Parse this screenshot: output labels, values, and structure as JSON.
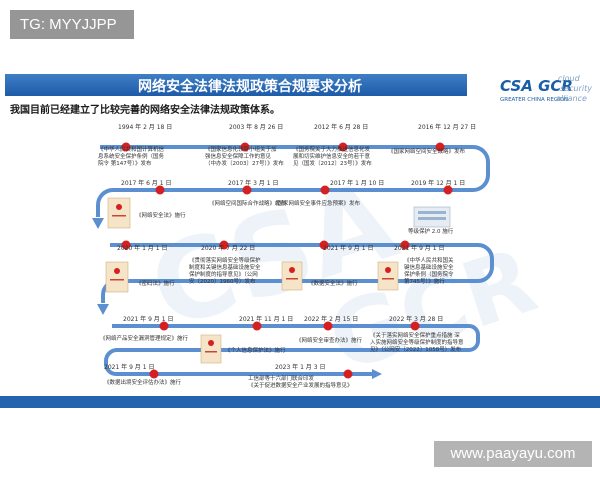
{
  "watermarks": {
    "tag": "TG: MYYJJPP",
    "site": "www.paayayu.com"
  },
  "slide": {
    "title": "网络安全法律法规政策合规要求分析",
    "subtitle": "我国目前已经建立了比较完善的网络安全法律法规政策体系。",
    "logo": {
      "mark": "CSA GCR",
      "region": "GREATER CHINA REGION",
      "w1": "cloud",
      "w2": "security",
      "w3": "alliance"
    }
  },
  "timeline": [
    {
      "date": "1994 年 2 月 18 日",
      "lines": [
        "《中华人民共和国计算机信",
        "息系统安全保护条例（国务",
        "院令 第147号）》发布"
      ]
    },
    {
      "date": "2003 年 8 月 26 日",
      "lines": [
        "《国家信息化领导小组关于加",
        "强信息安全保障工作的意见",
        "（中办发〔2003〕27号）》发布"
      ]
    },
    {
      "date": "2012 年 6 月 28 日",
      "lines": [
        "《国务院关于大力推进信息化发",
        "展和切实维护信息安全的若干意",
        "见（国发〔2012〕23号）》发布"
      ]
    },
    {
      "date": "2016 年 12 月 27 日",
      "lines": [
        "《国家网络空间安全战略》发布"
      ]
    },
    {
      "date": "2017 年 6 月 1 日",
      "lines": [
        "《网络安全法》施行"
      ]
    },
    {
      "date": "2017 年 3 月 1 日",
      "lines": [
        "《网络空间国际合作战略》发布"
      ]
    },
    {
      "date": "2017 年 1 月 10 日",
      "lines": [
        "《国家网络安全事件应急预案》发布"
      ]
    },
    {
      "date": "2019 年 12 月 1 日",
      "lines": [
        "等级保护 2.0 施行"
      ]
    },
    {
      "date": "2020 年 1 月 1 日",
      "lines": [
        "《密码法》施行"
      ]
    },
    {
      "date": "2020 年 7 月 22 日",
      "lines": [
        "《贯彻落实网络安全等级保护",
        "制度和关键信息基础设施安全",
        "保护制度的指导意见》（公网",
        "安〔2020〕1960号）发布"
      ]
    },
    {
      "date": "2021 年 9 月 1 日",
      "lines": [
        "《数据安全法》施行"
      ]
    },
    {
      "date": "2021 年 9 月 1 日",
      "lines": [
        "《中华人民共和国关",
        "键信息基础设施安全",
        "保护条例（国务院令",
        "第745号）》施行"
      ]
    },
    {
      "date": "2021 年 9 月 1 日",
      "lines": [
        "《网络产品安全漏洞管理规定》施行"
      ]
    },
    {
      "date": "2021 年 11 月 1 日",
      "lines": [
        "《个人信息保护法》施行"
      ]
    },
    {
      "date": "2022 年 2 月 15 日",
      "lines": [
        "《网络安全审查办法》施行"
      ]
    },
    {
      "date": "2022 年 3 月 28 日",
      "lines": [
        "《关于落实网络安全保护重点措施 深",
        "入实施网络安全等级保护制度的指导意",
        "见》（公网安〔2022〕1058号）发布"
      ]
    },
    {
      "date": "2021 年 9 月 1 日",
      "lines": [
        "《数据出境安全评估办法》施行"
      ]
    },
    {
      "date": "2023 年 1 月 3 日",
      "lines": [
        "工信部等十六部门联合印发",
        "《关于促进数据安全产业发展的指导意见》"
      ]
    }
  ]
}
